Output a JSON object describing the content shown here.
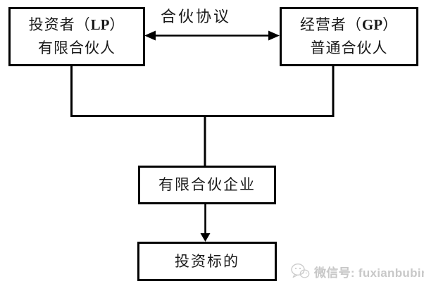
{
  "diagram": {
    "agreement_label": "合伙协议",
    "lp_box": {
      "prefix": "投资者（",
      "abbr": "LP",
      "suffix": "）",
      "line2": "有限合伙人"
    },
    "gp_box": {
      "prefix": "经营者（",
      "abbr": "GP",
      "suffix": "）",
      "line2": "普通合伙人"
    },
    "partnership_box": {
      "label": "有限合伙企业"
    },
    "target_box": {
      "label": "投资标的"
    }
  },
  "watermark": {
    "icon": "wechat-icon",
    "label": "微信号: fuxianbubin"
  },
  "colors": {
    "line": "#000000",
    "text": "#1a1a1a",
    "watermark_gray": "#c8c8c8",
    "background": "#ffffff"
  }
}
